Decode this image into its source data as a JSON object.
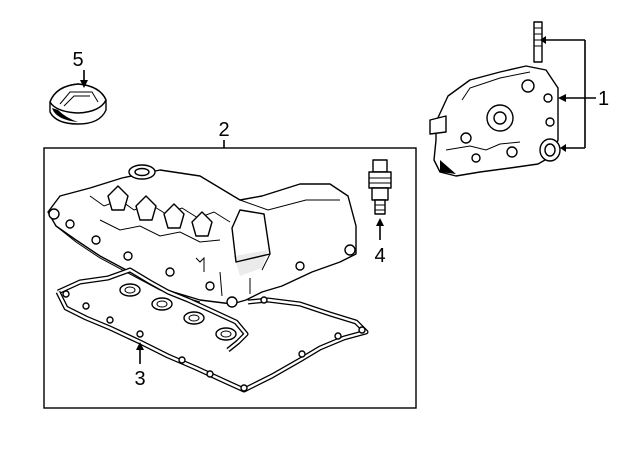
{
  "callouts": [
    {
      "id": "1",
      "text": "1"
    },
    {
      "id": "2",
      "text": "2"
    },
    {
      "id": "3",
      "text": "3"
    },
    {
      "id": "4",
      "text": "4"
    },
    {
      "id": "5",
      "text": "5"
    }
  ],
  "colors": {
    "line": "#000000",
    "background": "#ffffff"
  }
}
